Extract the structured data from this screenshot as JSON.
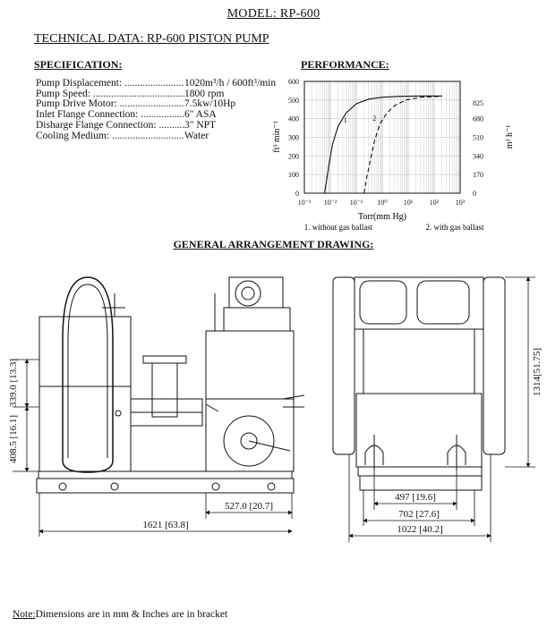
{
  "model_title": "MODEL: RP-600",
  "doc_title": "TECHNICAL DATA: RP-600 PISTON PUMP",
  "specification": {
    "heading": "SPECIFICATION:",
    "rows": [
      {
        "label": "Pump Displacement:",
        "value": "1020m³/h / 600ft³/min"
      },
      {
        "label": "Pump Speed:",
        "value": "1800 rpm"
      },
      {
        "label": "Pump Drive Motor:",
        "value": "7.5kw/10Hp"
      },
      {
        "label": "Inlet Flange Connection:",
        "value": "6\" ASA"
      },
      {
        "label": "Disharge Flange Connection:",
        "value": "3\" NPT"
      },
      {
        "label": "Cooling Medium:",
        "value": "Water"
      }
    ]
  },
  "performance": {
    "heading": "PERFORMANCE:"
  },
  "chart_data": {
    "type": "line",
    "xlabel": "Torr(mm Hg)",
    "ylabel_left": "ft³ min⁻¹",
    "ylabel_right": "m³ h⁻¹",
    "x_scale": "log",
    "xlim": [
      0.001,
      1000
    ],
    "x_ticks": [
      "10⁻³",
      "10⁻²",
      "10⁻¹",
      "10⁰",
      "10¹",
      "10²",
      "10³"
    ],
    "ylim": [
      0,
      600
    ],
    "y_ticks_left": [
      "0",
      "100",
      "200",
      "300",
      "400",
      "500",
      "600"
    ],
    "y_ticks_right": [
      "0",
      "170",
      "340",
      "510",
      "680",
      "825"
    ],
    "grid": true,
    "series": [
      {
        "name": "1. without gas ballast",
        "label": "1",
        "style": "solid",
        "x": [
          0.006,
          0.007,
          0.009,
          0.012,
          0.02,
          0.04,
          0.1,
          0.3,
          1,
          5,
          30,
          200
        ],
        "y": [
          0,
          60,
          160,
          260,
          360,
          430,
          480,
          505,
          515,
          520,
          522,
          522
        ]
      },
      {
        "name": "2. with gas ballast",
        "label": "2",
        "style": "dashed",
        "x": [
          0.2,
          0.25,
          0.35,
          0.5,
          0.8,
          1.5,
          3,
          8,
          30,
          200
        ],
        "y": [
          0,
          80,
          180,
          280,
          370,
          430,
          470,
          500,
          515,
          520
        ]
      }
    ]
  },
  "ga": {
    "heading": "GENERAL ARRANGEMENT DRAWING:",
    "dims": {
      "front_h1": "339.0 [13.3]",
      "front_h2": "408.5 [16.1]",
      "front_w1": "527.0 [20.7]",
      "front_w2": "1621 [63.8]",
      "side_h": "1314[51.75]",
      "side_w1": "497 [19.6]",
      "side_w2": "702 [27.6]",
      "side_w3": "1022 [40.2]"
    }
  },
  "note": {
    "prefix": "Note:",
    "text": "Dimensions are in mm & Inches are in bracket"
  }
}
